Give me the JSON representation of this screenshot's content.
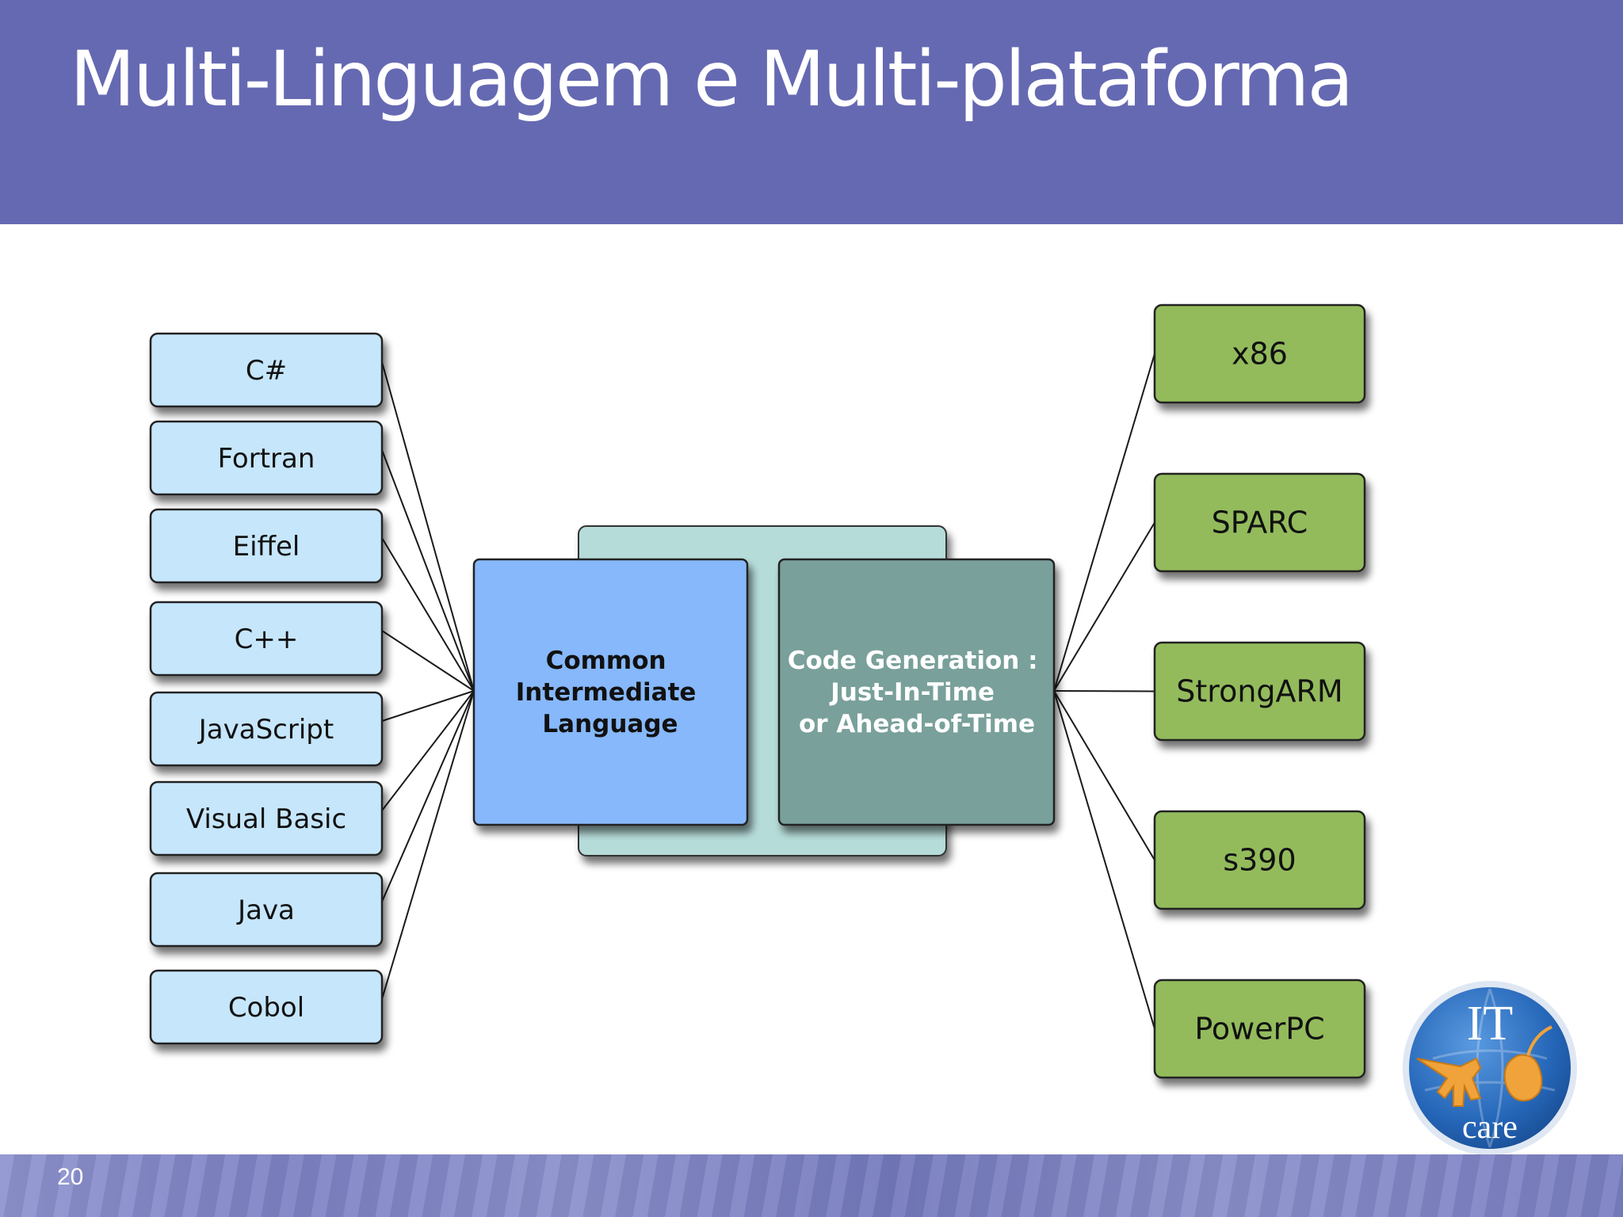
{
  "slide": {
    "title": "Multi-Linguagem e Multi-plataforma",
    "page_number": "20"
  },
  "diagram": {
    "languages": [
      "C#",
      "Fortran",
      "Eiffel",
      "C++",
      "JavaScript",
      "Visual Basic",
      "Java",
      "Cobol"
    ],
    "center": {
      "cil": [
        "Common",
        "Intermediate",
        "Language"
      ],
      "codegen": [
        "Code Generation :",
        "Just-In-Time",
        "or Ahead-of-Time"
      ]
    },
    "platforms": [
      "x86",
      "SPARC",
      "StrongARM",
      "s390",
      "PowerPC"
    ],
    "colors": {
      "header": "#6569b2",
      "language_box": "#c6e6fb",
      "cil_box": "#86b8fb",
      "codegen_box": "#79a09a",
      "backdrop": "#b6dcd9",
      "platform_box": "#93bb5b"
    }
  },
  "logo": {
    "text_top": "IT",
    "text_bottom": "care"
  }
}
